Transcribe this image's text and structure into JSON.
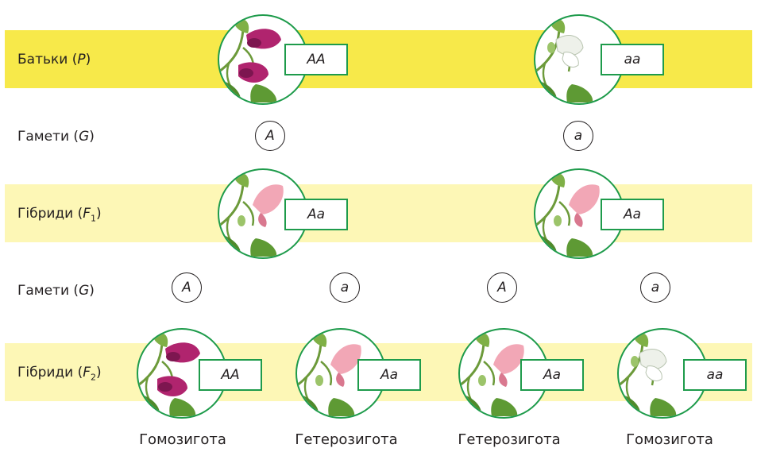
{
  "rows": {
    "parents": {
      "label": "Батьки",
      "symbol": "P"
    },
    "gametes1": {
      "label": "Гамети",
      "symbol": "G"
    },
    "f1": {
      "label": "Гібриди",
      "symbol": "F",
      "sub": "1"
    },
    "gametes2": {
      "label": "Гамети",
      "symbol": "G"
    },
    "f2": {
      "label": "Гібриди",
      "symbol": "F",
      "sub": "2"
    }
  },
  "parents": [
    {
      "genotype": "AA",
      "flower": "purple"
    },
    {
      "genotype": "aa",
      "flower": "white"
    }
  ],
  "gametes1": [
    "A",
    "a"
  ],
  "f1": [
    {
      "genotype": "Aa",
      "flower": "pink"
    },
    {
      "genotype": "Aa",
      "flower": "pink"
    }
  ],
  "gametes2": [
    "A",
    "a",
    "A",
    "a"
  ],
  "f2": [
    {
      "genotype": "AA",
      "flower": "purple",
      "caption": "Гомозигота"
    },
    {
      "genotype": "Aa",
      "flower": "pink",
      "caption": "Гетерозигота"
    },
    {
      "genotype": "Aa",
      "flower": "pink",
      "caption": "Гетерозигота"
    },
    {
      "genotype": "aa",
      "flower": "white",
      "caption": "Гомозигота"
    }
  ],
  "colors": {
    "band_strong": "#f7e94a",
    "band_light": "#fdf7b6",
    "frame_green": "#1e9b4b",
    "flower_purple": "#b0246e",
    "flower_pink": "#f2a7b6",
    "flower_white": "#eef1ea"
  }
}
